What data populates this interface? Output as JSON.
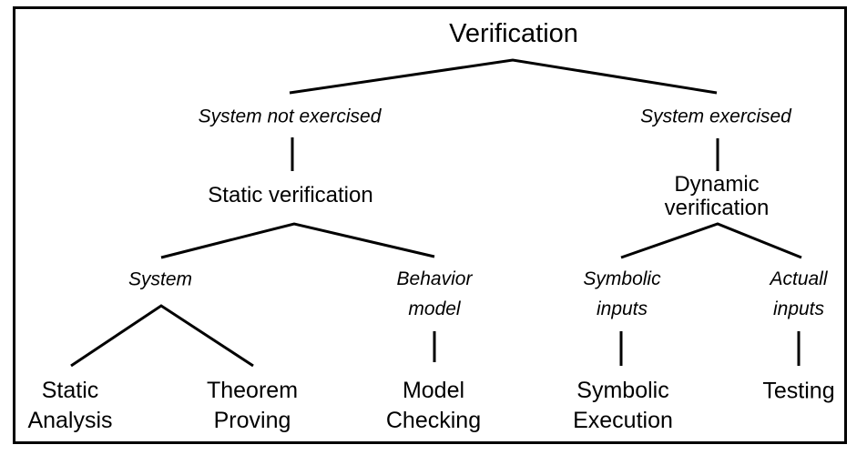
{
  "diagram": {
    "kind": "tree",
    "title": "Verification"
  },
  "colors": {
    "ink": "#000000",
    "background": "#ffffff"
  },
  "nodes": {
    "verification": "Verification",
    "system_not_exercised": "System not exercised",
    "system_exercised": "System exercised",
    "static_verification": "Static verification",
    "dynamic_verification": "Dynamic verification",
    "system": "System",
    "behavior_model": "Behavior\nmodel",
    "symbolic_inputs": "Symbolic\ninputs",
    "actuall_inputs": "Actuall\ninputs",
    "static_analysis": "Static\nAnalysis",
    "theorem_proving": "Theorem\nProving",
    "model_checking": "Model\nChecking",
    "symbolic_execution": "Symbolic\nExecution",
    "testing": "Testing"
  },
  "edges": [
    {
      "from": "Verification",
      "to": "System not exercised"
    },
    {
      "from": "Verification",
      "to": "System exercised"
    },
    {
      "from": "System not exercised",
      "to": "Static verification"
    },
    {
      "from": "System exercised",
      "to": "Dynamic verification"
    },
    {
      "from": "Static verification",
      "to": "System"
    },
    {
      "from": "Static verification",
      "to": "Behavior model"
    },
    {
      "from": "System",
      "to": "Static Analysis"
    },
    {
      "from": "System",
      "to": "Theorem Proving"
    },
    {
      "from": "Behavior model",
      "to": "Model Checking"
    },
    {
      "from": "Dynamic verification",
      "to": "Symbolic inputs"
    },
    {
      "from": "Dynamic verification",
      "to": "Actuall inputs"
    },
    {
      "from": "Symbolic inputs",
      "to": "Symbolic Execution"
    },
    {
      "from": "Actuall inputs",
      "to": "Testing"
    }
  ]
}
